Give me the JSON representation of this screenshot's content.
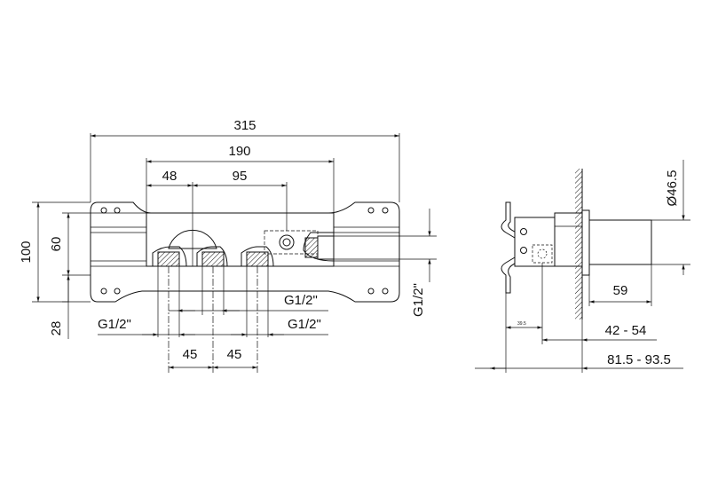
{
  "front_view": {
    "dims": {
      "overall_width": "315",
      "inner_width": "190",
      "offset_left": "48",
      "offset_mid": "95",
      "height_total": "100",
      "height_inner": "60",
      "height_bottom": "28",
      "spacing_1": "45",
      "spacing_2": "45"
    },
    "threads": {
      "left": "G1/2\"",
      "right_top": "G1/2\"",
      "right_bottom": "G1/2\"",
      "vertical": "G1/2\""
    }
  },
  "side_view": {
    "dims": {
      "diameter": "Ø46.5",
      "length": "59",
      "range_mid": "42 - 54",
      "range_total": "81.5 - 93.5",
      "small_note": "39.5"
    }
  }
}
